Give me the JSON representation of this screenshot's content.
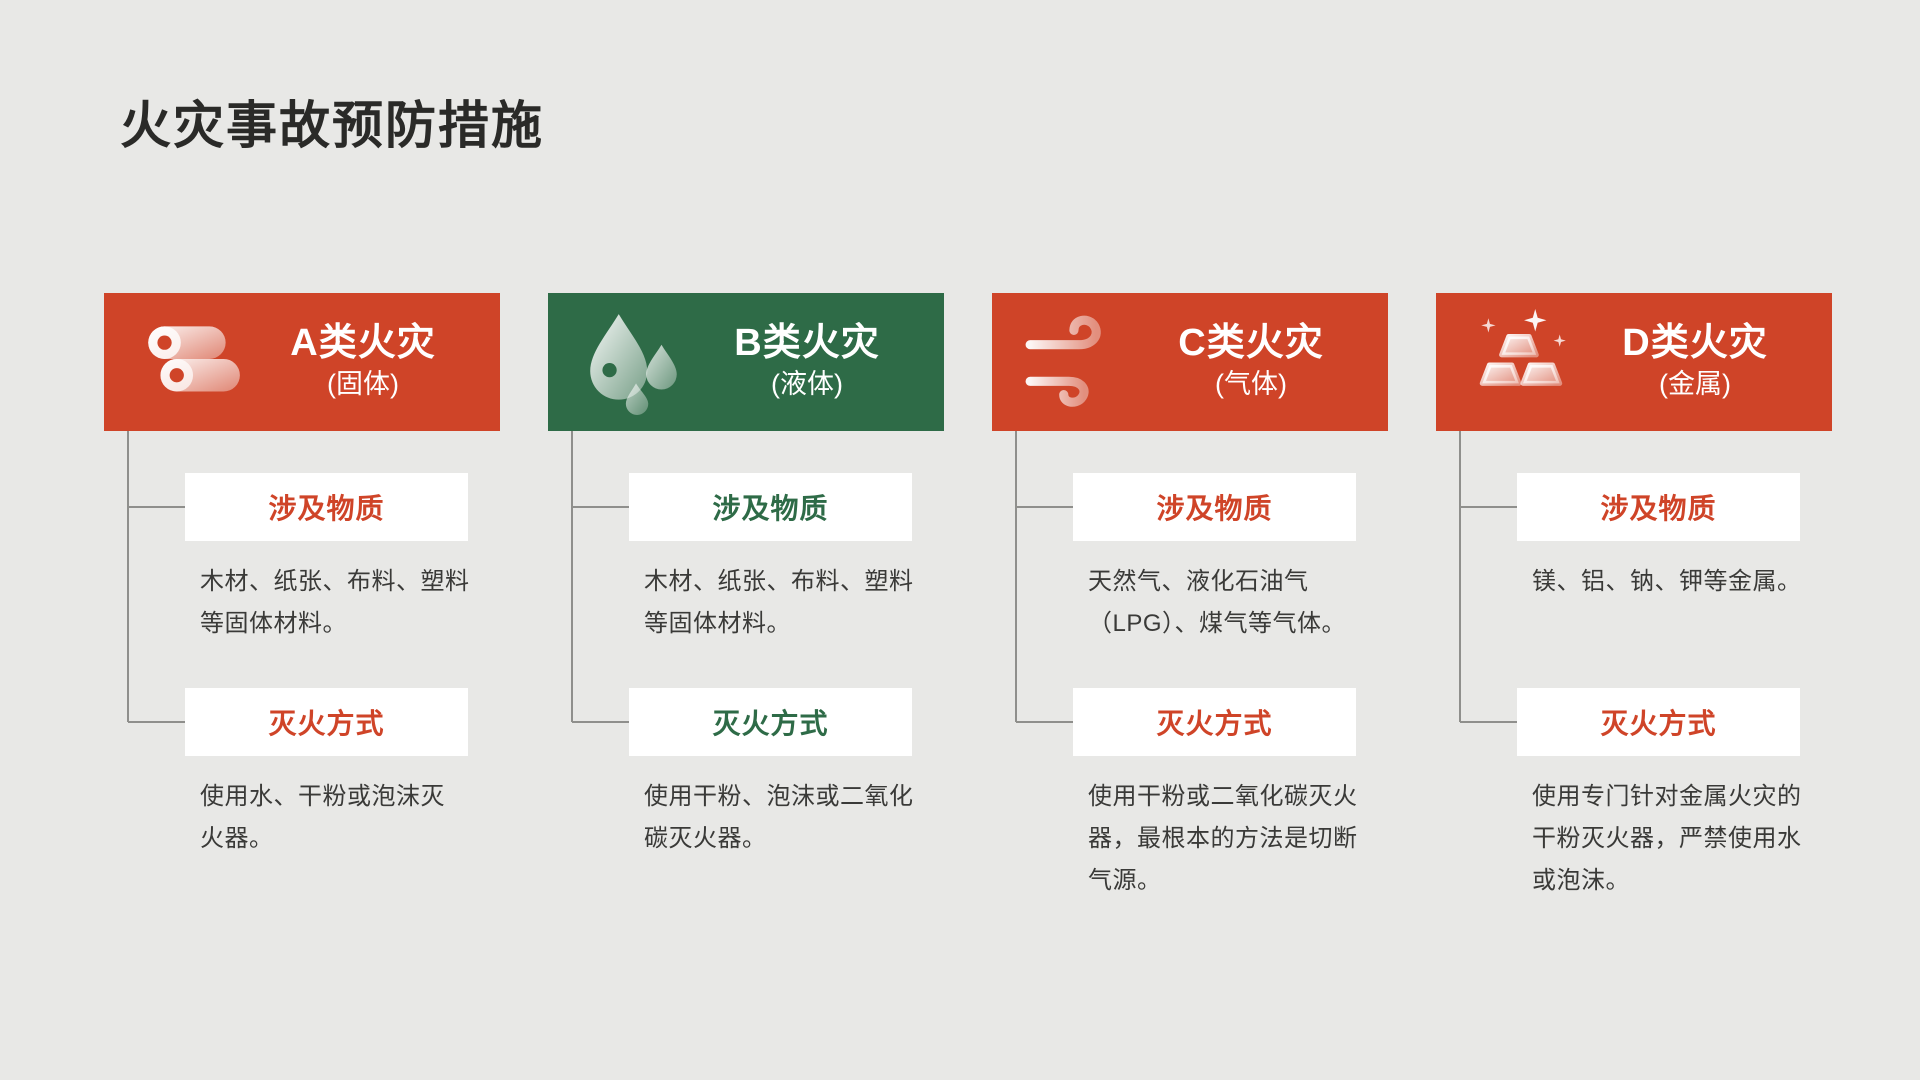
{
  "slide": {
    "title": "火灾事故预防措施",
    "background_color": "#E8E8E6",
    "title_color": "#2A2A28",
    "connector_color": "#8F8F8C"
  },
  "cards": [
    {
      "letter": "A",
      "title": "A类火灾",
      "subtitle": "(固体)",
      "accent_color": "#CF4428",
      "icon": "logs-icon",
      "sections": [
        {
          "label": "涉及物质",
          "text": "木材、纸张、布料、塑料\n等固体材料。"
        },
        {
          "label": "灭火方式",
          "text": "使用水、干粉或泡沫灭\n火器。"
        }
      ]
    },
    {
      "letter": "B",
      "title": "B类火灾",
      "subtitle": "(液体)",
      "accent_color": "#2E6B47",
      "icon": "water-drops-icon",
      "sections": [
        {
          "label": "涉及物质",
          "text": "木材、纸张、布料、塑料\n等固体材料。"
        },
        {
          "label": "灭火方式",
          "text": "使用干粉、泡沫或二氧化\n碳灭火器。"
        }
      ]
    },
    {
      "letter": "C",
      "title": "C类火灾",
      "subtitle": "(气体)",
      "accent_color": "#CF4428",
      "icon": "wind-icon",
      "sections": [
        {
          "label": "涉及物质",
          "text": "天然气、液化石油气\n（LPG）、煤气等气体。"
        },
        {
          "label": "灭火方式",
          "text": "使用干粉或二氧化碳灭火\n器，最根本的方法是切断\n气源。"
        }
      ]
    },
    {
      "letter": "D",
      "title": "D类火灾",
      "subtitle": "(金属)",
      "accent_color": "#CF4428",
      "icon": "metal-ingots-icon",
      "sections": [
        {
          "label": "涉及物质",
          "text": "镁、铝、钠、钾等金属。"
        },
        {
          "label": "灭火方式",
          "text": "使用专门针对金属火灾的\n干粉灭火器，严禁使用水\n或泡沫。"
        }
      ]
    }
  ]
}
